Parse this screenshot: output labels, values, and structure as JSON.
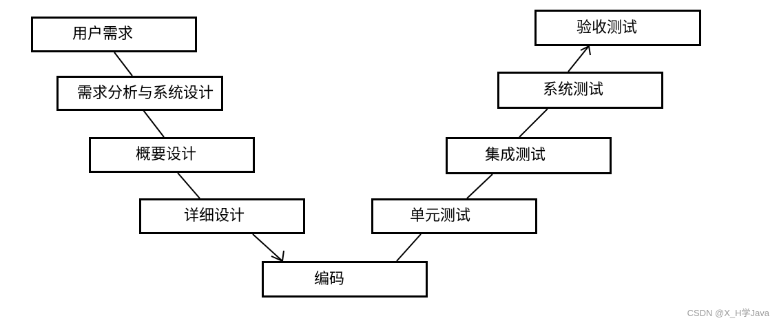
{
  "diagram": {
    "nodes": {
      "user_requirements": "用户需求",
      "requirements_analysis": "需求分析与系统设计",
      "high_level_design": "概要设计",
      "detailed_design": "详细设计",
      "coding": "编码",
      "unit_testing": "单元测试",
      "integration_testing": "集成测试",
      "system_testing": "系统测试",
      "acceptance_testing": "验收测试"
    },
    "edges": [
      {
        "from": "user_requirements",
        "to": "requirements_analysis"
      },
      {
        "from": "requirements_analysis",
        "to": "high_level_design"
      },
      {
        "from": "high_level_design",
        "to": "detailed_design"
      },
      {
        "from": "detailed_design",
        "to": "coding",
        "arrow": true
      },
      {
        "from": "coding",
        "to": "unit_testing"
      },
      {
        "from": "unit_testing",
        "to": "integration_testing"
      },
      {
        "from": "integration_testing",
        "to": "system_testing"
      },
      {
        "from": "system_testing",
        "to": "acceptance_testing",
        "arrow": true
      }
    ]
  },
  "watermark": "CSDN @X_H学Java"
}
